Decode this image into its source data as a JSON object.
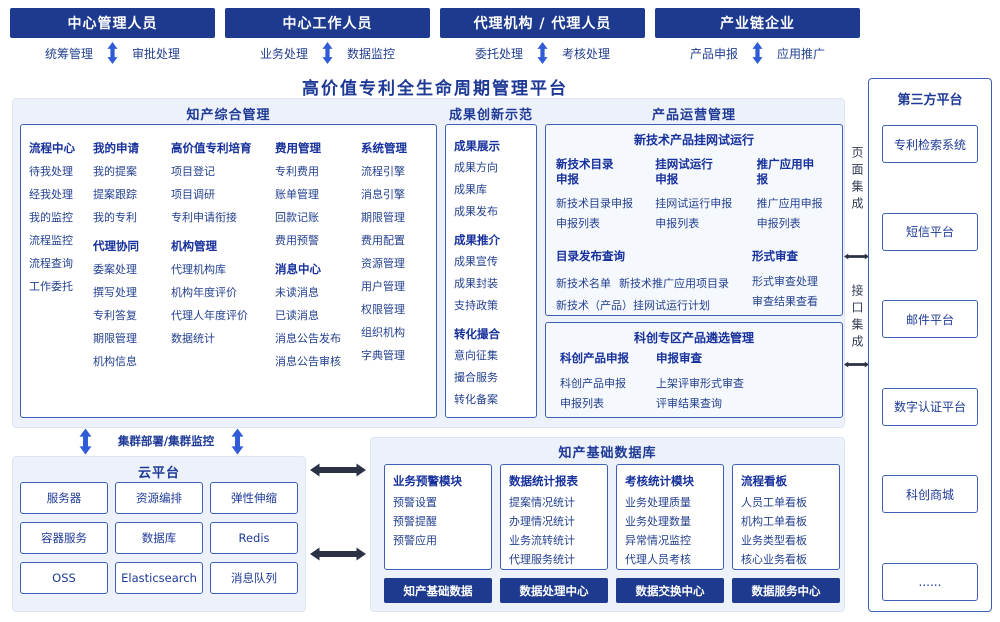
{
  "platform_title": "高价值专利全生命周期管理平台",
  "actors": [
    {
      "name": "中心管理人员",
      "roles": [
        "统筹管理",
        "审批处理"
      ]
    },
    {
      "name": "中心工作人员",
      "roles": [
        "业务处理",
        "数据监控"
      ]
    },
    {
      "name": "代理机构 / 代理人员",
      "roles": [
        "委托处理",
        "考核处理"
      ]
    },
    {
      "name": "产业链企业",
      "roles": [
        "产品申报",
        "应用推广"
      ]
    }
  ],
  "integration": {
    "page_label": "页面集成",
    "interface_label": "接口集成"
  },
  "third_party": {
    "title": "第三方平台",
    "items": [
      "专利检索系统",
      "短信平台",
      "邮件平台",
      "数字认证平台",
      "科创商城",
      "......"
    ]
  },
  "comprehensive": {
    "title": "知产综合管理",
    "columns": [
      {
        "groups": [
          {
            "heading": "流程中心",
            "items": [
              "待我处理",
              "经我处理",
              "我的监控",
              "流程监控",
              "流程查询",
              "工作委托"
            ]
          }
        ]
      },
      {
        "groups": [
          {
            "heading": "我的申请",
            "items": [
              "我的提案",
              "提案跟踪",
              "我的专利"
            ]
          },
          {
            "heading": "代理协同",
            "items": [
              "委案处理",
              "撰写处理",
              "专利答复",
              "期限管理",
              "机构信息"
            ]
          }
        ]
      },
      {
        "groups": [
          {
            "heading": "高价值专利培育",
            "items": [
              "项目登记",
              "项目调研",
              "专利申请衔接"
            ]
          },
          {
            "heading": "机构管理",
            "items": [
              "代理机构库",
              "机构年度评价",
              "代理人年度评价",
              "数据统计"
            ]
          }
        ]
      },
      {
        "groups": [
          {
            "heading": "费用管理",
            "items": [
              "专利费用",
              "账单管理",
              "回款记账",
              "费用预警"
            ]
          },
          {
            "heading": "消息中心",
            "items": [
              "未读消息",
              "已读消息",
              "消息公告发布",
              "消息公告审核"
            ]
          }
        ]
      },
      {
        "groups": [
          {
            "heading": "系统管理",
            "items": [
              "流程引擎",
              "消息引擎",
              "期限管理",
              "费用配置",
              "资源管理",
              "用户管理",
              "权限管理",
              "组织机构",
              "字典管理"
            ]
          }
        ]
      }
    ]
  },
  "achievements": {
    "title": "成果创新示范",
    "groups": [
      {
        "heading": "成果展示",
        "items": [
          "成果方向",
          "成果库",
          "成果发布"
        ]
      },
      {
        "heading": "成果推介",
        "items": [
          "成果宣传",
          "成果封装",
          "支持政策"
        ]
      },
      {
        "heading": "转化撮合",
        "items": [
          "意向征集",
          "撮合服务",
          "转化备案"
        ]
      }
    ]
  },
  "product_ops": {
    "title": "产品运营管理",
    "trial": {
      "title": "新技术产品挂网试运行",
      "row1": [
        {
          "heading": "新技术目录申报",
          "items": [
            "新技术目录申报",
            "申报列表"
          ]
        },
        {
          "heading": "挂网试运行申报",
          "items": [
            "挂网试运行申报",
            "申报列表"
          ]
        },
        {
          "heading": "推广应用申报",
          "items": [
            "推广应用申报",
            "申报列表"
          ]
        }
      ],
      "row2": [
        {
          "heading": "目录发布查询",
          "items": [
            "新技术名单",
            "新技术推广应用项目录",
            "新技术（产品）挂网试运行计划"
          ]
        },
        {
          "heading": "形式审查",
          "items": [
            "形式审查处理",
            "审查结果查看"
          ]
        }
      ]
    },
    "selection": {
      "title": "科创专区产品遴选管理",
      "groups": [
        {
          "heading": "科创产品申报",
          "items": [
            "科创产品申报",
            "申报列表"
          ]
        },
        {
          "heading": "申报审查",
          "items": [
            "上架评审形式审查",
            "评审结果查询"
          ]
        }
      ]
    }
  },
  "cluster_label": "集群部署/集群监控",
  "cloud": {
    "title": "云平台",
    "items": [
      "服务器",
      "资源编排",
      "弹性伸缩",
      "容器服务",
      "数据库",
      "Redis",
      "OSS",
      "Elasticsearch",
      "消息队列"
    ]
  },
  "database": {
    "title": "知产基础数据库",
    "modules": [
      {
        "heading": "业务预警模块",
        "items": [
          "预警设置",
          "预警提醒",
          "预警应用"
        ]
      },
      {
        "heading": "数据统计报表",
        "items": [
          "提案情况统计",
          "办理情况统计",
          "业务流转统计",
          "代理服务统计"
        ]
      },
      {
        "heading": "考核统计模块",
        "items": [
          "业务处理质量",
          "业务处理数量",
          "异常情况监控",
          "代理人员考核"
        ]
      },
      {
        "heading": "流程看板",
        "items": [
          "人员工单看板",
          "机构工单看板",
          "业务类型看板",
          "核心业务看板"
        ]
      }
    ],
    "footer": [
      "知产基础数据",
      "数据处理中心",
      "数据交换中心",
      "数据服务中心"
    ]
  }
}
